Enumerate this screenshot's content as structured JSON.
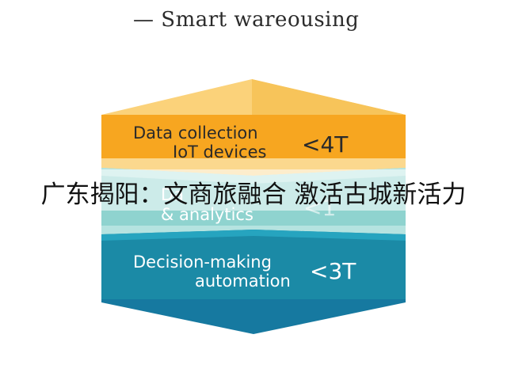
{
  "title": "— Smart wareousing",
  "layers": [
    {
      "line1": "Data collection",
      "line2": "IoT devices",
      "badge": "<4T",
      "color": "#f7a620",
      "top_color": "#fbcf6a",
      "text_color": "#2a2a2a"
    },
    {
      "line1": "Da",
      "line2": "& analytics",
      "badge": "<1",
      "color": "#8fd3cf",
      "top_color": "#c7ece8",
      "text_color": "#ffffff"
    },
    {
      "line1": "Decision-making",
      "line2": "automation",
      "badge": "<3T",
      "color": "#1b8aa6",
      "top_color": "#26a4bf",
      "text_color": "#ffffff"
    }
  ],
  "overlay_caption": "广东揭阳：文商旅融合 激活古城新活力"
}
